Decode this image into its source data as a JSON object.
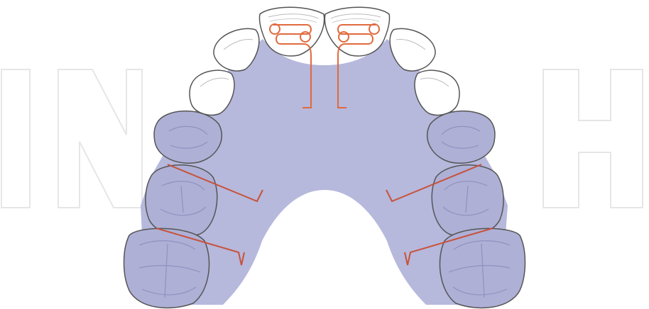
{
  "colors": {
    "background": "#ffffff",
    "palate_fill": "#b6b8dc",
    "tooth_outline": "#555555",
    "tooth_fill_white": "#ffffff",
    "tooth_fill_shaded": "#aeb0d6",
    "tooth_detail": "#8f92bf",
    "appliance_wire": "#c8523a",
    "clasp_wire": "#e06a3e",
    "watermark_stroke": "#e4e4e4"
  },
  "figure": {
    "subject": "upper-dental-arch-removable-appliance",
    "palate_region": "palatal-acrylic-plate",
    "watermark_text": "IN        H"
  },
  "teeth": {
    "central_incisors": 2,
    "lateral_incisors": 2,
    "canines": 2,
    "premolars": 4,
    "molars": 2
  },
  "wires": {
    "anterior_springs": 2,
    "lateral_clasps": 4
  }
}
